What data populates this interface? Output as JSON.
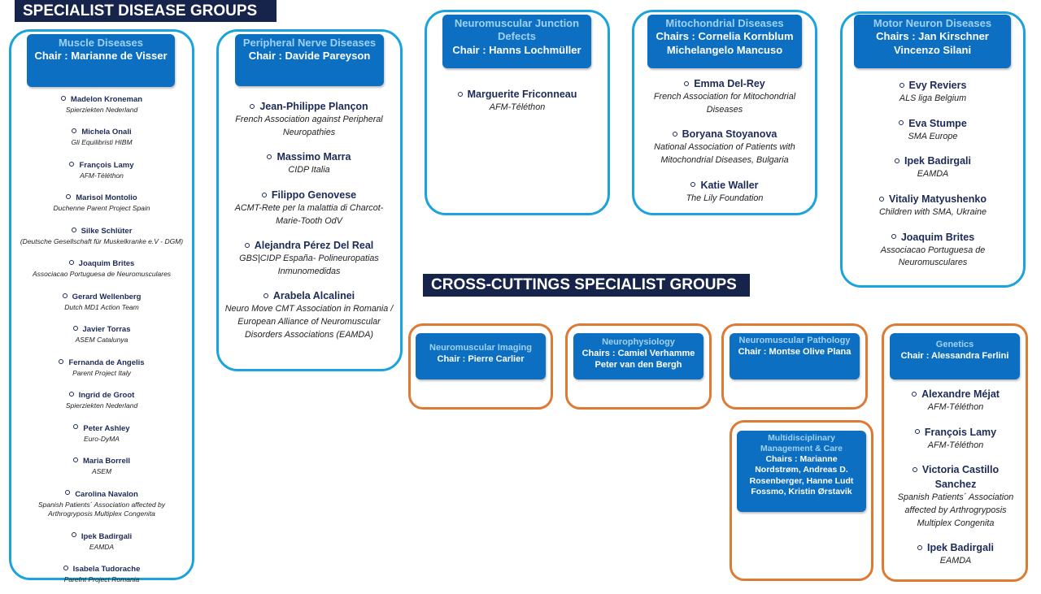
{
  "banners": {
    "specialist": "SPECIALIST DISEASE GROUPS",
    "cross": "CROSS-CUTTINGS SPECIALIST GROUPS"
  },
  "groups": {
    "muscle": {
      "title": "Muscle Diseases",
      "chair": "Chair : Marianne de Visser",
      "members": [
        {
          "name": "Madelon Kroneman",
          "org": "Spierziekten Nederland"
        },
        {
          "name": "Michela Onali",
          "org": "Gli Equilibristi HIBM"
        },
        {
          "name": "François Lamy",
          "org": "AFM-Téléthon"
        },
        {
          "name": "Marisol Montolio",
          "org": "Duchenne Parent Project Spain"
        },
        {
          "name": "Silke Schlüter",
          "org": "(Deutsche Gesellschaft für Muskelkranke e.V - DGM)"
        },
        {
          "name": "Joaquim Brites",
          "org": "Associacao Portuguesa de Neuromusculares"
        },
        {
          "name": "Gerard Wellenberg",
          "org": "Dutch MD1 Action Team"
        },
        {
          "name": "Javier Torras",
          "org": "ASEM Catalunya"
        },
        {
          "name": "Fernanda de Angelis",
          "org": "Parent Project Italy"
        },
        {
          "name": "Ingrid de Groot",
          "org": "Spierziekten Nederland"
        },
        {
          "name": "Peter Ashley",
          "org": "Euro-DyMA"
        },
        {
          "name": "Maria Borrell",
          "org": "ASEM"
        },
        {
          "name": "Carolina Navalon",
          "org": "Spanish Patients´ Association affected by Arthrogryposis Multiplex Congenita"
        },
        {
          "name": "Ipek Badirgali",
          "org": "EAMDA"
        },
        {
          "name": "Isabela Tudorache",
          "org": "Parefnt Project Romania"
        }
      ]
    },
    "peripheral": {
      "title": "Peripheral Nerve Diseases",
      "chair": "Chair : Davide Pareyson",
      "members": [
        {
          "name": "Jean-Philippe Plançon",
          "org": "French Association against Peripheral Neuropathies"
        },
        {
          "name": "Massimo Marra",
          "org": "CIDP Italia"
        },
        {
          "name": "Filippo Genovese",
          "org": "ACMT-Rete per la malattia di Charcot-Marie-Tooth OdV"
        },
        {
          "name": "Alejandra Pérez Del Real",
          "org": "GBS|CIDP España- Polineuropatias Inmunomedidas"
        },
        {
          "name": "Arabela Alcalinei",
          "org": "Neuro Move CMT Association in Romania / European Alliance of Neuromuscular Disorders Associations (EAMDA)"
        }
      ]
    },
    "nmj": {
      "title": "Neuromuscular Junction Defects",
      "chair": "Chair : Hanns Lochmüller",
      "members": [
        {
          "name": "Marguerite Friconneau",
          "org": "AFM-Téléthon"
        }
      ]
    },
    "mito": {
      "title": "Mitochondrial Diseases",
      "chair": "Chairs : Cornelia Kornblum Michelangelo Mancuso",
      "members": [
        {
          "name": "Emma Del-Rey",
          "org": "French Association for Mitochondrial Diseases"
        },
        {
          "name": "Boryana Stoyanova",
          "org": "National Association of Patients with Mitochondrial Diseases, Bulgaria"
        },
        {
          "name": "Katie Waller",
          "org": "The Lily Foundation"
        }
      ]
    },
    "motor": {
      "title": "Motor Neuron Diseases",
      "chair": "Chairs : Jan Kirschner Vincenzo Silani",
      "members": [
        {
          "name": "Evy Reviers",
          "org": "ALS liga Belgium"
        },
        {
          "name": "Eva Stumpe",
          "org": "SMA Europe"
        },
        {
          "name": "Ipek Badirgali",
          "org": "EAMDA"
        },
        {
          "name": "Vitaliy Matyushenko",
          "org": "Children with SMA, Ukraine"
        },
        {
          "name": "Joaquim Brites",
          "org": "Associacao Portuguesa de Neuromusculares"
        }
      ]
    },
    "imaging": {
      "title": "Neuromuscular Imaging",
      "chair": "Chair : Pierre Carlier"
    },
    "neurophys": {
      "title": "Neurophysiology",
      "chair": "Chairs : Camiel Verhamme Peter van den Bergh"
    },
    "pathology": {
      "title": "Neuromuscular Pathology",
      "chair": "Chair : Montse Olive Plana"
    },
    "multi": {
      "title": "Multidisciplinary Management & Care",
      "chair": "Chairs : Marianne Nordstrøm, Andreas D. Rosenberger, Hanne Ludt Fossmo, Kristin Ørstavik"
    },
    "genetics": {
      "title": "Genetics",
      "chair": "Chair : Alessandra Ferlini",
      "members": [
        {
          "name": "Alexandre Méjat",
          "org": "AFM-Téléthon"
        },
        {
          "name": "François Lamy",
          "org": "AFM-Téléthon"
        },
        {
          "name": "Victoria Castillo Sanchez",
          "org": "Spanish Patients´ Association affected by Arthrogryposis Multiplex Congenita"
        },
        {
          "name": "Ipek Badirgali",
          "org": "EAMDA"
        }
      ]
    }
  }
}
